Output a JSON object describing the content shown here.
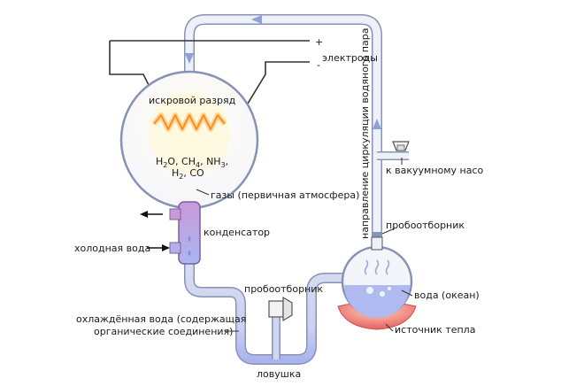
{
  "labels": {
    "electrodes": "электроды",
    "plus": "+",
    "minus": "-",
    "spark": "искровой разряд",
    "gases": "газы (первичная атмосфера)",
    "circulation": "направление циркуляции водяного пара",
    "vacuum_pump": "к вакуумному насо",
    "sampler_right": "пробоотборник",
    "condenser": "конденсатор",
    "cold_water": "холодная вода",
    "sampler_bottom": "пробоотборник",
    "water_ocean": "вода (океан)",
    "heat_source": "источник тепла",
    "cooled_water_line1": "охлаждённая вода (содержащая",
    "cooled_water_line2": "органические соединения)",
    "trap": "ловушка"
  },
  "formula": {
    "h": "H",
    "two": "2",
    "o_ch": "O, CH",
    "four": "4",
    "nh": ", NH",
    "three": "3",
    "comma": ",",
    "co": ", CO"
  },
  "colors": {
    "tube_fill": "#cdd6f0",
    "tube_stroke": "#7f8fb8",
    "flow_arrow": "#8f9fd8",
    "spark_zigzag": "#ff9a2e",
    "spark_glow": "#ffd79a",
    "flask_glow": "#fffbe2",
    "condenser_fill": "#c79bd8",
    "water_fill": "#aebaf0",
    "heater_fill": "#ef7070"
  }
}
